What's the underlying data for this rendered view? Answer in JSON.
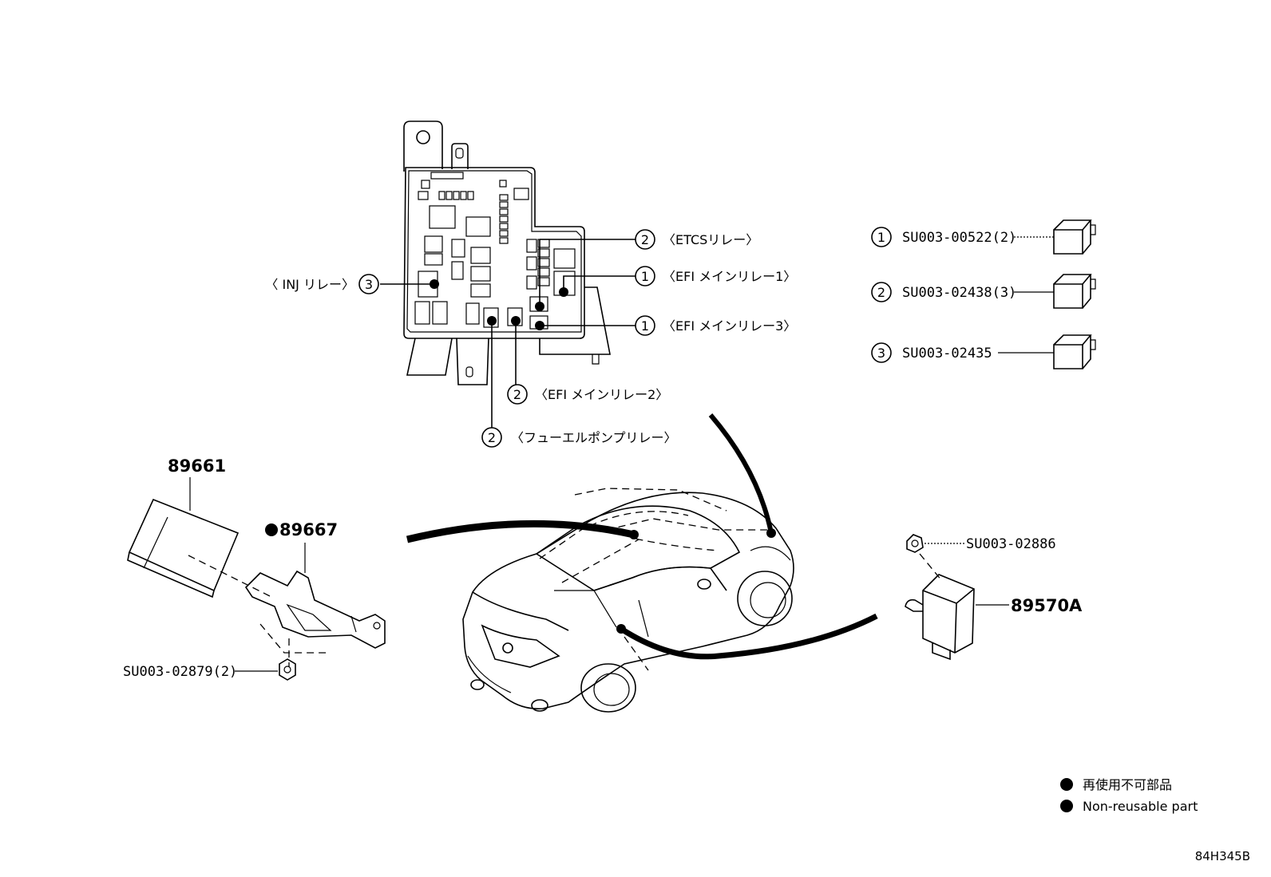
{
  "relay_box_labels": {
    "etcs": "〈ETCSリレー〉",
    "efi_main_1": "〈EFI メインリレー1〉",
    "efi_main_3": "〈EFI メインリレー3〉",
    "efi_main_2": "〈EFI メインリレー2〉",
    "fuel_pump": "〈フューエルポンプリレー〉",
    "inj": "〈 INJ リレー〉"
  },
  "callout_numbers": {
    "etcs": "2",
    "efi_main_1": "1",
    "efi_main_3": "1",
    "efi_main_2": "2",
    "fuel_pump": "2",
    "inj": "3"
  },
  "relay_parts": [
    {
      "num": "1",
      "part": "SU003-00522(2)"
    },
    {
      "num": "2",
      "part": "SU003-02438(3)"
    },
    {
      "num": "3",
      "part": "SU003-02435"
    }
  ],
  "parts": {
    "ecu": "89661",
    "bracket": "89667",
    "nut_left": "SU003-02879(2)",
    "clip_right": "SU003-02886",
    "module_right": "89570A"
  },
  "legend": {
    "jp": "再使用不可部品",
    "en": "Non-reusable part"
  },
  "diagram_code": "84H345B"
}
